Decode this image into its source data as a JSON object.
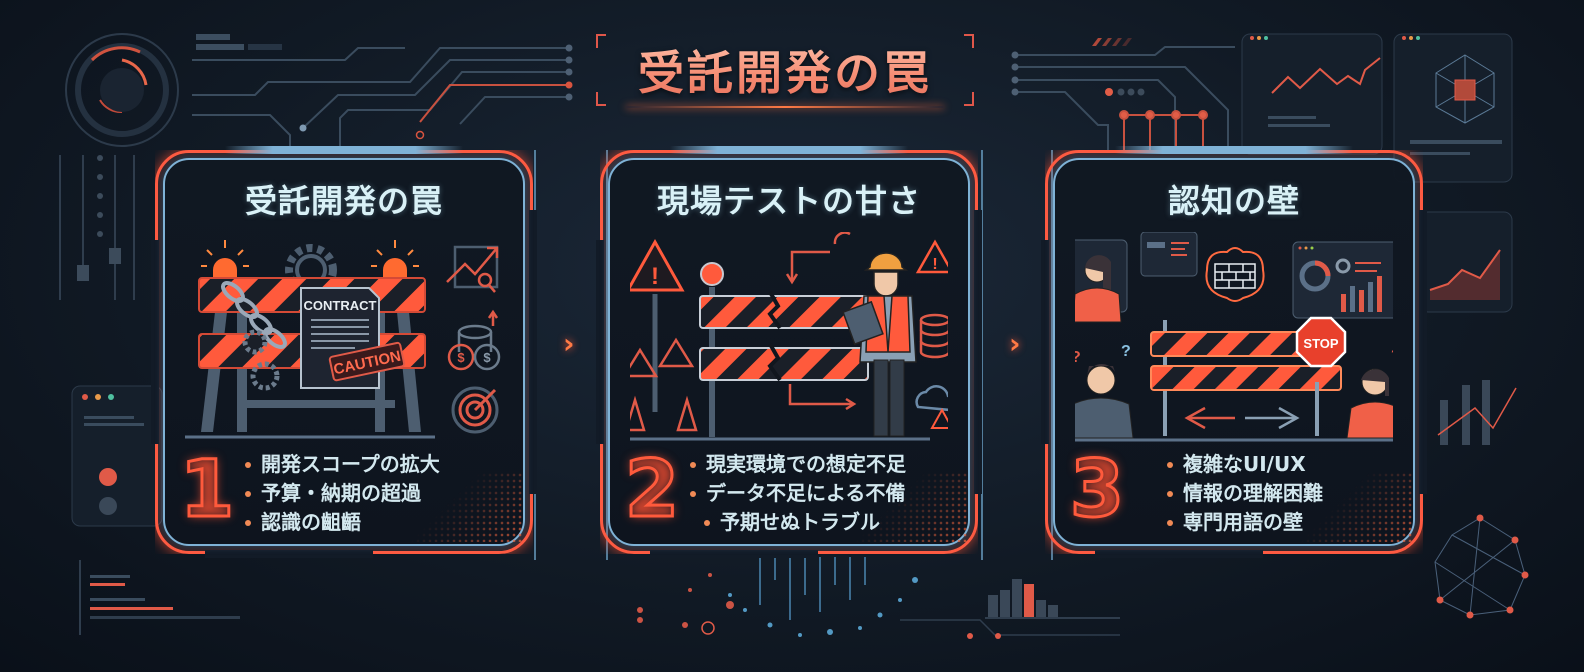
{
  "title": "受託開発の罠",
  "colors": {
    "background": "#111a25",
    "accent_red": "#ff5a40",
    "accent_orange": "#f08a55",
    "frame_blue": "#7fb2d6",
    "text_light": "#d9f1f7"
  },
  "separators": [
    {
      "icon": "chevron-right-icon",
      "glyph": "›"
    },
    {
      "icon": "chevron-right-icon",
      "glyph": "›"
    }
  ],
  "cards": [
    {
      "number": "1",
      "title": "受託開発の罠",
      "bullets": [
        "開発スコープの拡大",
        "予算・納期の超過",
        "認識の齟齬"
      ],
      "illustration": {
        "document_label": "CONTRACT",
        "stamp_label": "CAUTION",
        "icons": [
          "warning-light-icon",
          "gear-icon",
          "chain-icon",
          "contract-document-icon",
          "caution-stamp-icon",
          "trend-up-magnifier-icon",
          "coins-dollar-icon",
          "target-arrow-icon"
        ]
      }
    },
    {
      "number": "2",
      "title": "現場テストの甘さ",
      "bullets": [
        "現実環境での想定不足",
        "データ不足による不備",
        "予期せぬトラブル"
      ],
      "illustration": {
        "icons": [
          "warning-triangle-icon",
          "traffic-cone-icon",
          "broken-barricade-icon",
          "worker-hardhat-icon",
          "clipboard-icon",
          "database-icon",
          "cloud-warning-icon"
        ]
      }
    },
    {
      "number": "3",
      "title": "認知の壁",
      "bullets": [
        "複雑なUI/UX",
        "情報の理解困難",
        "専門用語の壁"
      ],
      "illustration": {
        "stop_label": "STOP",
        "question_mark": "?",
        "icons": [
          "confused-person-icon",
          "brain-wall-icon",
          "dashboard-window-icon",
          "stop-sign-icon",
          "barricade-icon",
          "bidirectional-arrow-icon"
        ]
      }
    }
  ]
}
